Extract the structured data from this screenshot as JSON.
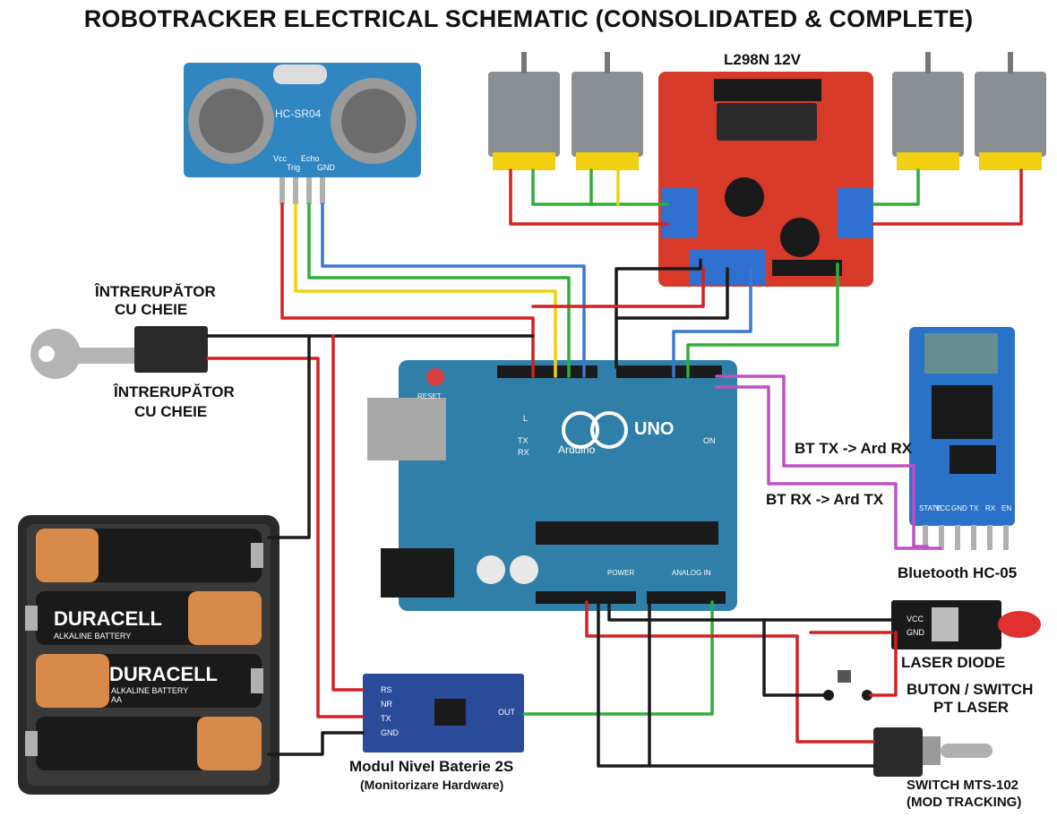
{
  "title": "ROBOTRACKER ELECTRICAL SCHEMATIC (CONSOLIDATED & COMPLETE)",
  "labels": {
    "l298n": "L298N 12V",
    "key_switch_top_1": "ÎNTRERUPĂTOR",
    "key_switch_top_2": "CU CHEIE",
    "key_switch_bottom_1": "ÎNTRERUPĂTOR",
    "key_switch_bottom_2": "CU CHEIE",
    "bt_tx": "BT TX -> Ard RX",
    "bt_rx": "BT RX -> Ard TX",
    "bluetooth": "Bluetooth HC-05",
    "laser_diode": "LASER DIODE",
    "button_1": "BUTON / SWITCH",
    "button_2": "PT LASER",
    "battery_module_1": "Modul Nivel Baterie 2S",
    "battery_module_2": "(Monitorizare Hardware)",
    "switch_mts_1": "SWITCH MTS-102",
    "switch_mts_2": "(MOD TRACKING)"
  },
  "sensor": {
    "name": "HC-SR04",
    "pins": [
      "Vcc",
      "Trig",
      "Echo",
      "GND"
    ]
  },
  "arduino": {
    "logo_text": "Arduino",
    "model": "UNO",
    "reset_label": "RESET",
    "power_label": "POWER",
    "analog_label": "ANALOG IN",
    "tx_led": "TX",
    "rx_led": "RX",
    "l_led": "L",
    "on_led": "ON"
  },
  "hc05": {
    "pins": [
      "STATE",
      "VCC",
      "GND",
      "TX",
      "RX",
      "EN"
    ]
  },
  "laser_module": {
    "pins": [
      "VCC",
      "GND"
    ]
  },
  "battery_module": {
    "pins": [
      "RS",
      "NR",
      "TX",
      "GND"
    ],
    "out": "OUT"
  },
  "batteries": {
    "brand": "DURACELL",
    "subtitle": "ALKALINE BATTERY",
    "size": "AA"
  },
  "colors": {
    "red": "#d42020",
    "black": "#1a1a1a",
    "yellow": "#f0d010",
    "green": "#2fae3a",
    "blue": "#3a78d0",
    "magenta": "#c050c0",
    "arduino_board": "#2f7fa8",
    "l298n_board": "#d83a2a",
    "hc05_board": "#2a72c8"
  }
}
